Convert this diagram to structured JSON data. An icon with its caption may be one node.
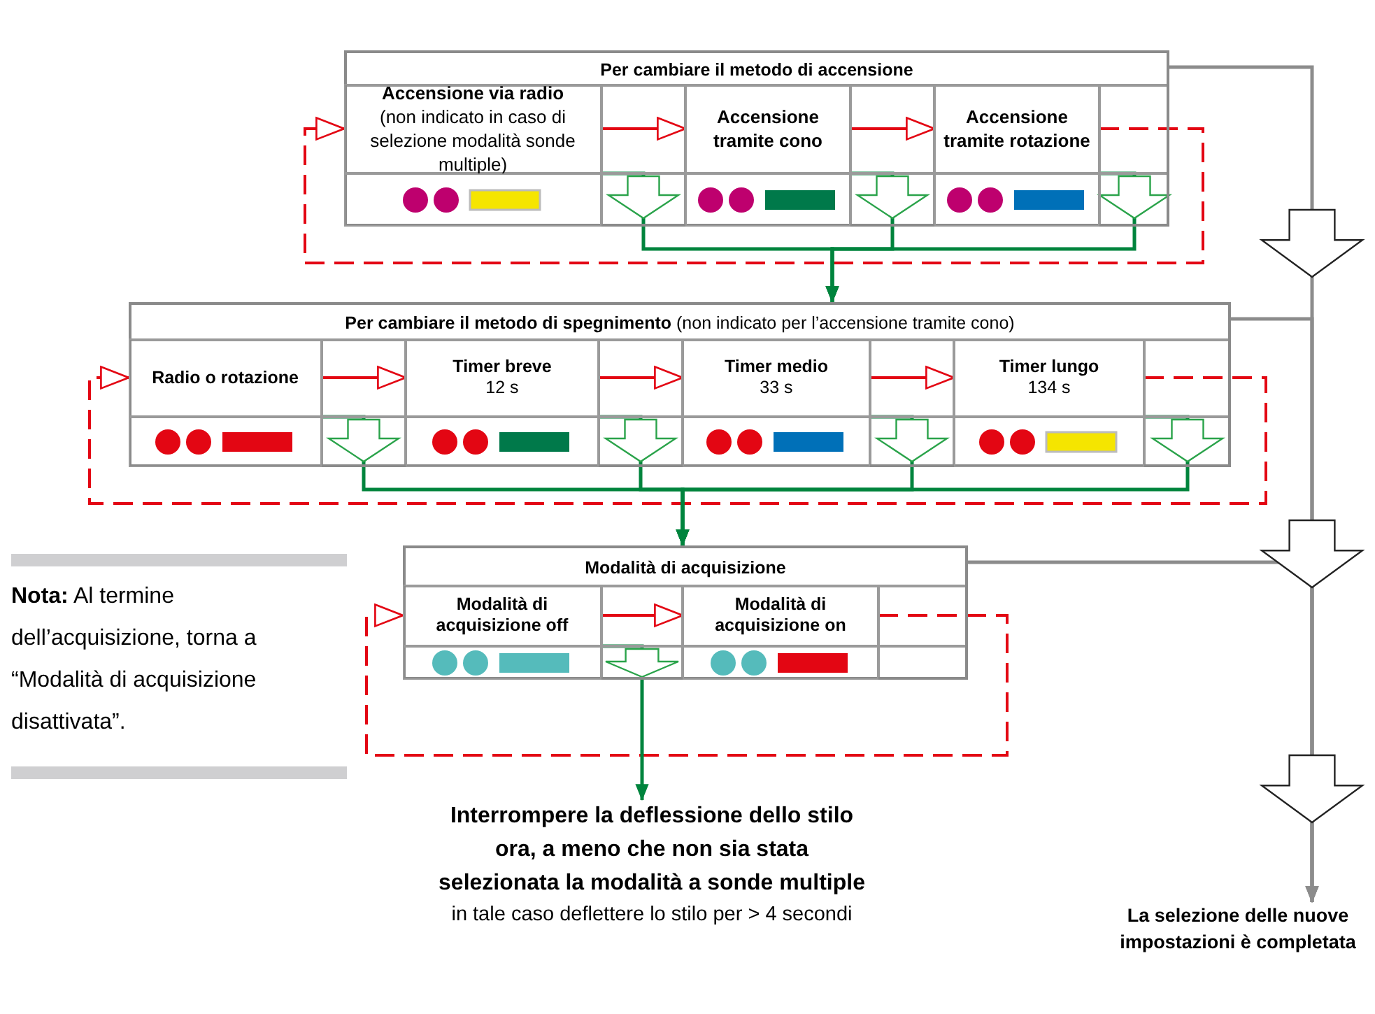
{
  "diagram": {
    "nodes": [
      {
        "text": [
          "Per cambiare il metodo di accensione"
        ]
      },
      {
        "text": [
          "Accensione via radio",
          "(non indicato in caso di selezione modalità sonde multiple)"
        ],
        "in": 0
      },
      {
        "text": [
          "Accensione tramite cono"
        ],
        "in": 0
      },
      {
        "text": [
          "Accensione tramite rotazione"
        ],
        "in": 0
      },
      {
        "text": [],
        "shape": "picture",
        "in": 0
      },
      {
        "text": [],
        "shape": "picture",
        "in": 0
      },
      {
        "text": [],
        "shape": "picture",
        "in": 0
      },
      {
        "text": [
          "**Per cambiare il metodo di spegnimento** (non indicato per l’accensione tramite cono)"
        ]
      },
      {
        "text": [
          "Radio o rotazione"
        ],
        "in": 7
      },
      {
        "text": [
          "Timer breve",
          "12 s"
        ],
        "in": 7
      },
      {
        "text": [
          "Timer medio",
          "33 s"
        ],
        "in": 7
      },
      {
        "text": [
          "Timer lungo",
          "134 s"
        ],
        "in": 7
      },
      {
        "text": [],
        "shape": "picture",
        "in": 7
      },
      {
        "text": [],
        "shape": "picture",
        "in": 7
      },
      {
        "text": [],
        "shape": "picture",
        "in": 7
      },
      {
        "text": [],
        "shape": "picture",
        "in": 7
      },
      {
        "text": [
          "Modalità di acquisizione"
        ]
      },
      {
        "text": [
          "Modalità di acquisizione off"
        ],
        "in": 16
      },
      {
        "text": [
          "Modalità di acquisizione on"
        ],
        "in": 16
      },
      {
        "text": [],
        "shape": "picture",
        "in": 16
      },
      {
        "text": [],
        "shape": "picture",
        "in": 16
      },
      {
        "text": [
          "Interrompere la deflessione dello stilo ora, a meno che non sia stata selezionata la modalità a sonde multiple",
          "in tale caso deflettere lo stilo per > 4 secondi"
        ]
      },
      {
        "text": [
          "La selezione delle nuove impostazioni è completata"
        ]
      }
    ],
    "edges": [
      {
        "from": 1,
        "to": 2,
        "arrow": "to"
      },
      {
        "from": 2,
        "to": 3,
        "arrow": "to"
      },
      {
        "from": 3,
        "to": 1,
        "arrow": "to",
        "style": "dashed"
      },
      {
        "from": 1,
        "to": 7,
        "arrow": "to",
        "color": "#00843d"
      },
      {
        "from": 2,
        "to": 7,
        "arrow": "to",
        "color": "#00843d"
      },
      {
        "from": 3,
        "to": 7,
        "arrow": "to",
        "color": "#00843d"
      },
      {
        "from": 8,
        "to": 9,
        "arrow": "to"
      },
      {
        "from": 9,
        "to": 10,
        "arrow": "to"
      },
      {
        "from": 10,
        "to": 11,
        "arrow": "to"
      },
      {
        "from": 11,
        "to": 8,
        "arrow": "to",
        "style": "dashed"
      },
      {
        "from": 8,
        "to": 16,
        "arrow": "to",
        "color": "#00843d"
      },
      {
        "from": 9,
        "to": 16,
        "arrow": "to",
        "color": "#00843d"
      },
      {
        "from": 10,
        "to": 16,
        "arrow": "to",
        "color": "#00843d"
      },
      {
        "from": 11,
        "to": 16,
        "arrow": "to",
        "color": "#00843d"
      },
      {
        "from": 17,
        "to": 18,
        "arrow": "to"
      },
      {
        "from": 18,
        "to": 17,
        "arrow": "to",
        "style": "dashed"
      },
      {
        "from": 17,
        "to": 21,
        "arrow": "to",
        "color": "#00843d"
      },
      {
        "from": 0,
        "to": 22,
        "arrow": "to",
        "color": "#8c8c8c"
      },
      {
        "from": 7,
        "to": 22,
        "arrow": "to",
        "color": "#8c8c8c"
      },
      {
        "from": 16,
        "to": 22,
        "arrow": "to",
        "color": "#8c8c8c"
      }
    ],
    "labels": [
      "**Nota:** Al termine dell’acquisizione, torna a “Modalità di acquisizione disattivata”."
    ]
  }
}
